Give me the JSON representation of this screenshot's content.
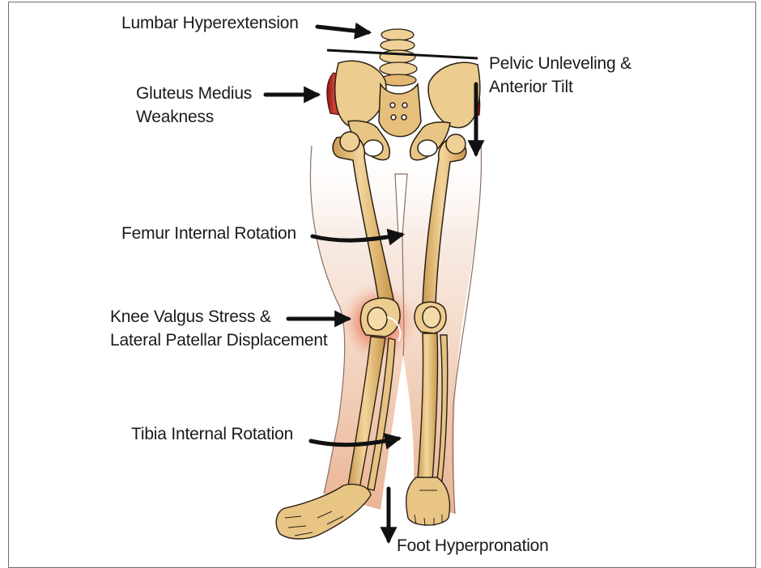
{
  "labels": {
    "lumbar": "Lumbar Hyperextension",
    "pelvic_line1": "Pelvic Unleveling &",
    "pelvic_line2": "Anterior Tilt",
    "gluteus_line1": "Gluteus Medius",
    "gluteus_line2": "Weakness",
    "femur": "Femur Internal Rotation",
    "knee_line1": "Knee Valgus Stress &",
    "knee_line2": "Lateral Patellar Displacement",
    "tibia": "Tibia Internal Rotation",
    "foot": "Foot Hyperpronation"
  },
  "colors": {
    "bone": "#e9c88a",
    "bone_shadow": "#c79a4e",
    "outline": "#2a2114",
    "muscle": "#b72a22",
    "inflammation": "#e8664a",
    "skin_fade": "#f3d6c6",
    "arrow": "#111111"
  }
}
